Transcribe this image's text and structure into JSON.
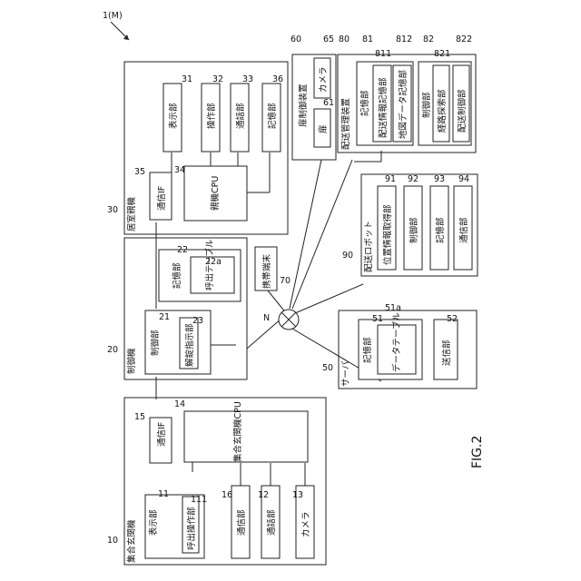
{
  "system_label": "1(M)",
  "figure_label": "FIG.2",
  "network_label": "N",
  "units": {
    "entrance": {
      "ref": "10",
      "title": "集合玄関機",
      "display": {
        "ref": "11",
        "label": "表示部"
      },
      "call_operation": {
        "ref": "111",
        "label": "呼出操作部"
      },
      "comm_if": {
        "ref": "15",
        "label": "通信IF"
      },
      "cpu": {
        "ref": "14",
        "label": "集合玄関機CPU"
      },
      "comm": {
        "ref": "16",
        "label": "通信部"
      },
      "call": {
        "ref": "12",
        "label": "通話部"
      },
      "camera": {
        "ref": "13",
        "label": "カメラ"
      }
    },
    "controller": {
      "ref": "20",
      "title": "制御機",
      "control": {
        "ref": "21",
        "label": "制御部"
      },
      "unlock": {
        "ref": "23",
        "label": "解錠指示部"
      },
      "storage": {
        "ref": "22",
        "label": "記憶部"
      },
      "call_table": {
        "ref": "22a",
        "label": "呼出テーブル"
      }
    },
    "room": {
      "ref": "30",
      "title": "居室親機",
      "comm_if": {
        "ref": "35",
        "label": "通信IF"
      },
      "cpu": {
        "ref": "34",
        "label": "親機CPU"
      },
      "display": {
        "ref": "31",
        "label": "表示部"
      },
      "operation": {
        "ref": "32",
        "label": "操作部"
      },
      "call": {
        "ref": "33",
        "label": "通話部"
      },
      "storage": {
        "ref": "36",
        "label": "記憶部"
      }
    },
    "server": {
      "ref": "50",
      "title": "サーバ",
      "storage": {
        "ref": "51",
        "label": "記憶部"
      },
      "data_table": {
        "ref": "51a",
        "label": "データテーブル"
      },
      "transmit": {
        "ref": "52",
        "label": "送信部"
      }
    },
    "door_ctrl": {
      "ref": "60",
      "title": "扉制御装置",
      "door": {
        "ref": "61",
        "label": "扉"
      },
      "camera": {
        "ref": "65",
        "label": "カメラ"
      }
    },
    "mobile": {
      "ref": "70",
      "label": "携帯端末"
    },
    "delivery_mgr": {
      "ref": "80",
      "title": "配送管理装置",
      "storage": {
        "ref": "81",
        "label": "記憶部"
      },
      "delivery_info": {
        "ref": "811",
        "label": "配送情報記憶部"
      },
      "map_data": {
        "ref": "812",
        "label": "地図データ記憶部"
      },
      "control": {
        "ref": "82",
        "label": "制御部"
      },
      "route": {
        "ref": "821",
        "label": "経路探索部"
      },
      "delivery_ctrl": {
        "ref": "822",
        "label": "配送制御部"
      }
    },
    "robot": {
      "ref": "90",
      "title": "配送ロボット",
      "position": {
        "ref": "91",
        "label": "位置情報取得部"
      },
      "control": {
        "ref": "92",
        "label": "制御部"
      },
      "storage": {
        "ref": "93",
        "label": "記憶部"
      },
      "comm": {
        "ref": "94",
        "label": "通信部"
      }
    }
  }
}
